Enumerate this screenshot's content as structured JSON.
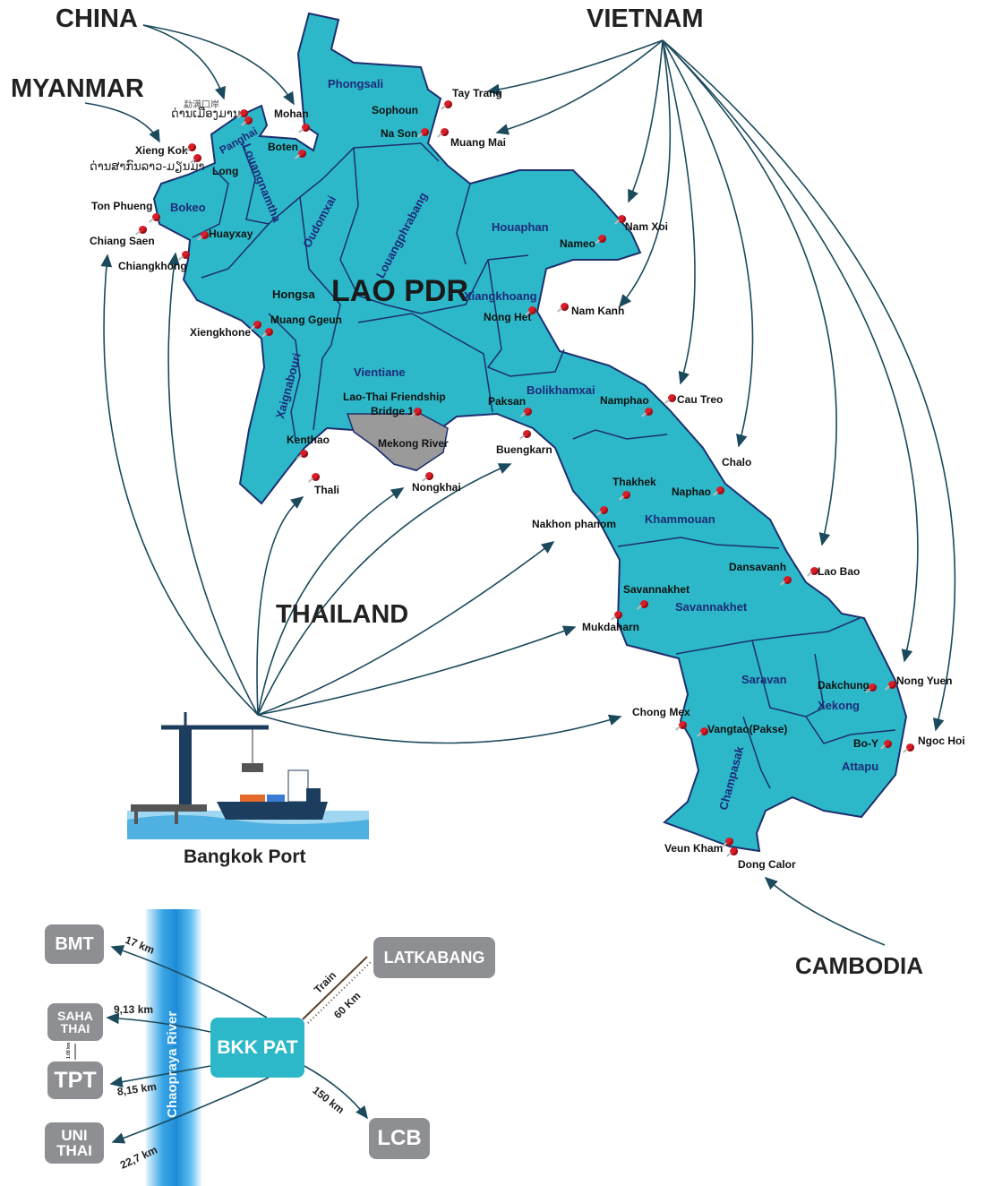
{
  "countries": {
    "china": "CHINA",
    "vietnam": "VIETNAM",
    "myanmar": "MYANMAR",
    "thailand": "THAILAND",
    "cambodia": "CAMBODIA",
    "laos": "LAO PDR"
  },
  "provinces": [
    "Phongsali",
    "Louangnamtha",
    "Bokeo",
    "Oudomxai",
    "Louangphrabang",
    "Houaphan",
    "Xiangkhoang",
    "Hongsa",
    "Xaignabouri",
    "Vientiane",
    "Bolikhamxai",
    "Khammouan",
    "Savannakhet",
    "Saravan",
    "Xekong",
    "Attapu",
    "Champasak"
  ],
  "local_labels": {
    "mohan_chinese": "勐满口岸",
    "mohan_lao": "ດ່ານເມືອງມານ",
    "xiengkok_lao": "ດ່ານສາກົນລາວ-ມຽນມ່າ"
  },
  "crossings": [
    "Tay Trang",
    "Sophoun",
    "Na Son",
    "Muang Mai",
    "Mohan",
    "Boten",
    "Panghai",
    "Long",
    "Xieng Kok",
    "Ton Phueng",
    "Chiang Saen",
    "Huayxay",
    "Chiangkhong",
    "Nam Xoi",
    "Nameo",
    "Nam Kanh",
    "Nong Het",
    "Muang Ggeun",
    "Xiengkhone",
    "Lao-Thai Friendship",
    "Bridge 1",
    "Paksan",
    "Mekong River",
    "Kenthao",
    "Thali",
    "Nongkhai",
    "Buengkarn",
    "Namphao",
    "Cau Treo",
    "Chalo",
    "Thakhek",
    "Naphao",
    "Nakhon phanom",
    "Dansavanh",
    "Lao Bao",
    "Savannakhet",
    "Mukdaharn",
    "Dakchung",
    "Nong Yuen",
    "Chong Mex",
    "Vangtao(Pakse)",
    "Bo-Y",
    "Ngoc Hoi",
    "Veun Kham",
    "Dong Calor"
  ],
  "port": {
    "label": "Bangkok Port"
  },
  "inset": {
    "river": "Chaopraya River",
    "hub": "BKK PAT",
    "terminals": {
      "bmt": "BMT",
      "saha": "SAHA THAI",
      "tpt": "TPT",
      "uni": "UNI THAI",
      "latkabang": "LATKABANG",
      "lcb": "LCB"
    },
    "distances": {
      "bmt": "17 km",
      "saha": "9,13 km",
      "tpt": "8,15 km",
      "uni": "22,7 km",
      "latkabang": "60 Km",
      "lcb": "150 km",
      "saha_tpt": "1.05 km"
    },
    "train": "Train"
  },
  "colors": {
    "land": "#2cb8c8",
    "border": "#1d2f6e",
    "arrow": "#1b4a5c",
    "pin": "#d91e2a",
    "box": "#8e8f92",
    "mekong": "#9a9a9a"
  }
}
